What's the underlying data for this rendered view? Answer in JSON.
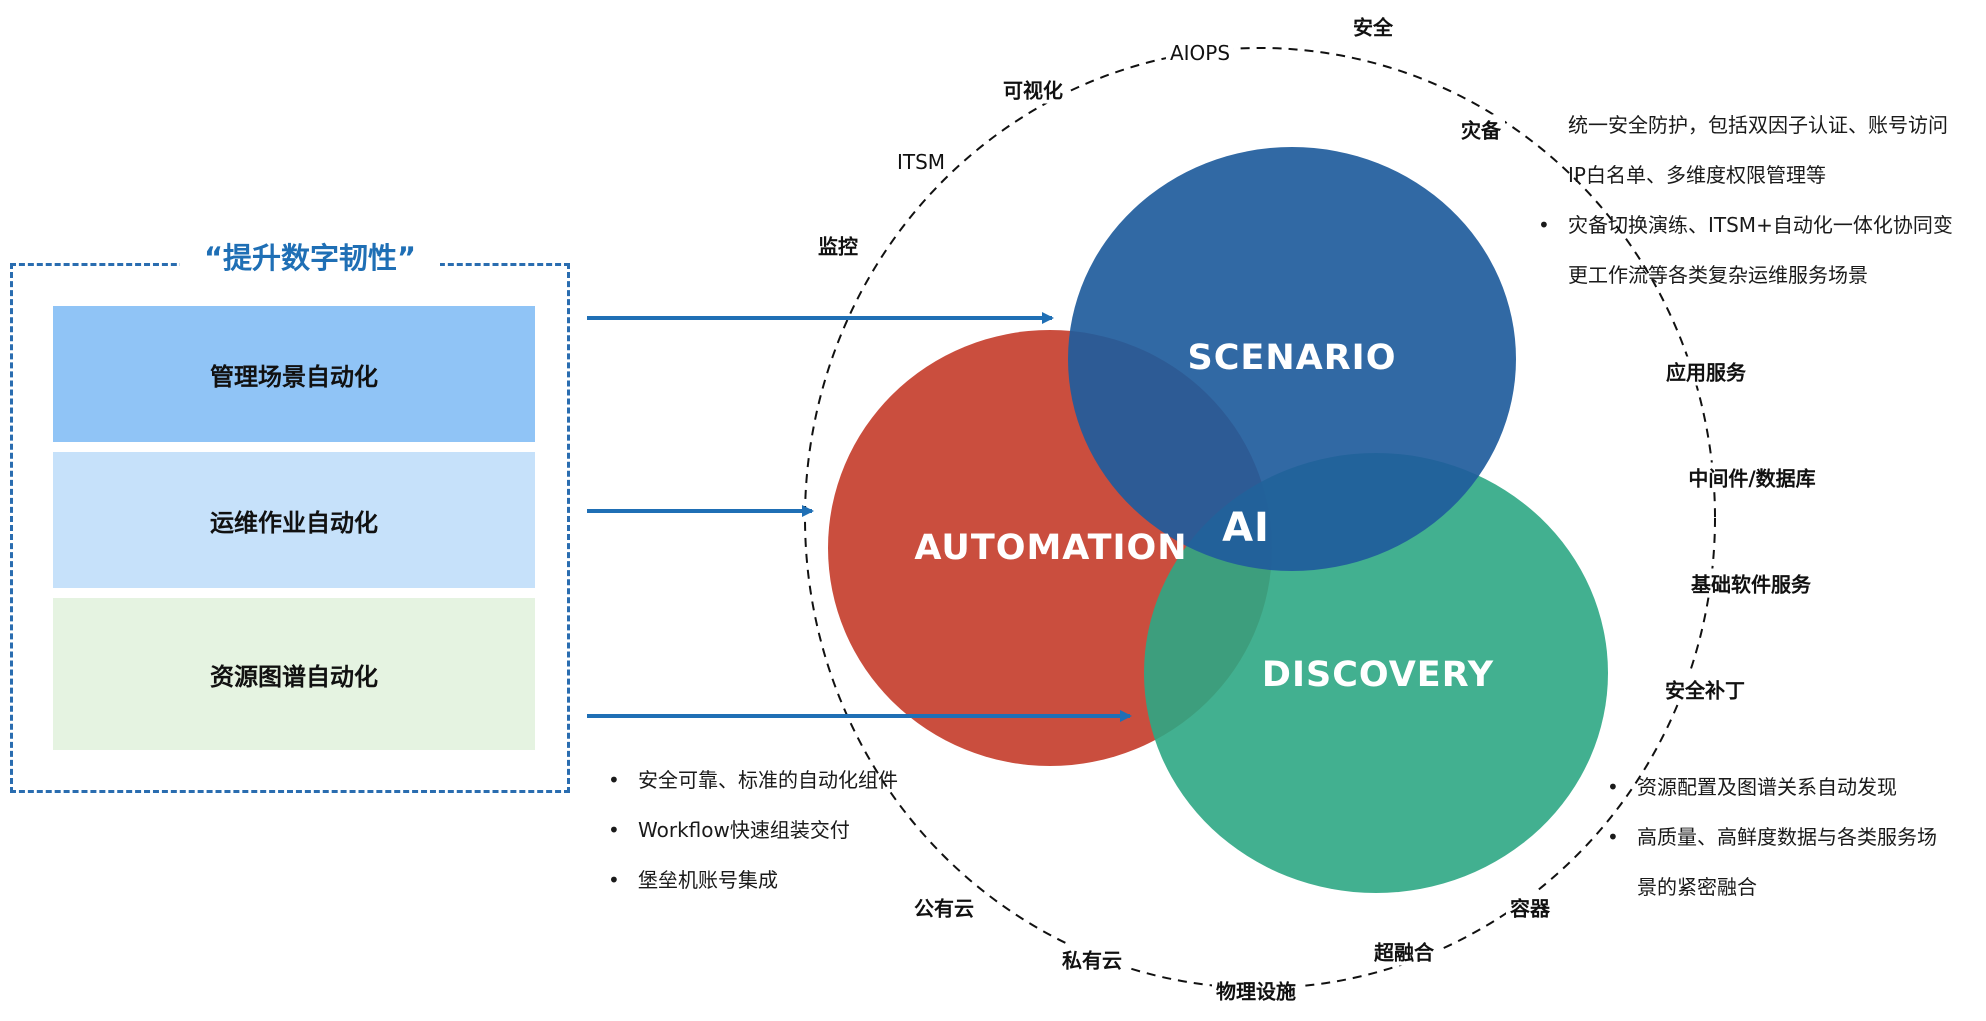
{
  "left_panel": {
    "title": "“提升数字韧性”",
    "boxes": [
      {
        "label": "管理场景自动化",
        "color": "#90c4f6"
      },
      {
        "label": "运维作业自动化",
        "color": "#c6e1fa"
      },
      {
        "label": "资源图谱自动化",
        "color": "#e5f3e1"
      }
    ]
  },
  "circles": {
    "scenario": {
      "label": "SCENARIO",
      "color": "#1f5c9c"
    },
    "automation": {
      "label": "AUTOMATION",
      "color": "#c94a3a"
    },
    "discovery": {
      "label": "DISCOVERY",
      "color": "#2ea784"
    },
    "center": {
      "label": "AI"
    }
  },
  "ring_labels": [
    "安全",
    "AIOPS",
    "可视化",
    "灾备",
    "ITSM",
    "监控",
    "应用服务",
    "中间件/数据库",
    "基础软件服务",
    "安全补丁",
    "容器",
    "超融合",
    "物理设施",
    "私有云",
    "公有云"
  ],
  "scenario_notes": [
    {
      "text": "统一安全防护，包括双因子认证、账号访问",
      "bullet": false
    },
    {
      "text": "IP白名单、多维度权限管理等",
      "bullet": false
    },
    {
      "text": "灾备切换演练、ITSM+自动化一体化协同变",
      "bullet": true
    },
    {
      "text": "更工作流等各类复杂运维服务场景",
      "bullet": false
    }
  ],
  "automation_notes": [
    "安全可靠、标准的自动化组件",
    "Workflow快速组装交付",
    "堡垒机账号集成"
  ],
  "discovery_notes": [
    {
      "text": "资源配置及图谱关系自动发现",
      "bullet": true
    },
    {
      "text": "高质量、高鲜度数据与各类服务场",
      "bullet": true
    },
    {
      "text": "景的紧密融合",
      "bullet": false
    }
  ]
}
